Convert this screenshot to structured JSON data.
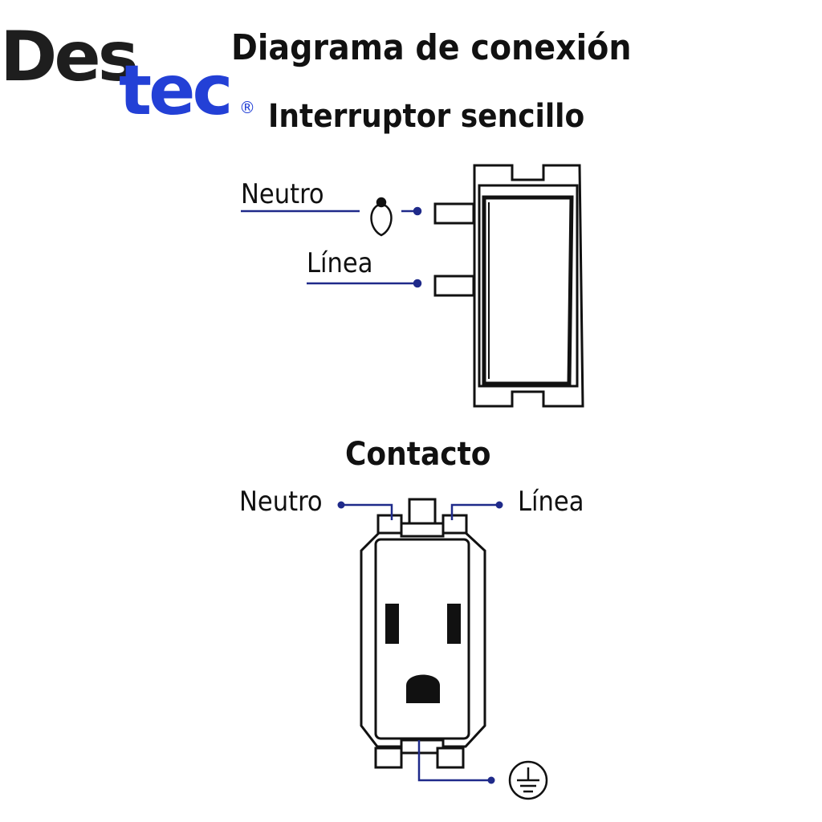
{
  "logo": {
    "part1": "Des",
    "part2": "tec",
    "registered": "®"
  },
  "title": "Diagrama de conexión",
  "switch_section": {
    "title": "Interruptor sencillo",
    "neutral_label": "Neutro",
    "line_label": "Línea"
  },
  "outlet_section": {
    "title": "Contacto",
    "neutral_label": "Neutro",
    "line_label": "Línea"
  },
  "colors": {
    "wire": "#1f2a8a",
    "outline": "#111111",
    "brand_blue": "#2340d6",
    "brand_dark": "#1e1e1e"
  }
}
